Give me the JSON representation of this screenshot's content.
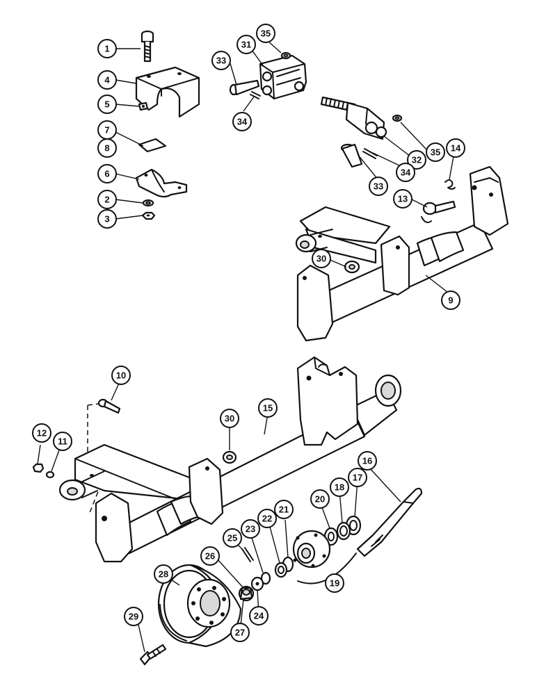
{
  "callouts": [
    {
      "id": "1",
      "label": "1"
    },
    {
      "id": "2",
      "label": "2"
    },
    {
      "id": "3",
      "label": "3"
    },
    {
      "id": "4",
      "label": "4"
    },
    {
      "id": "5",
      "label": "5"
    },
    {
      "id": "6",
      "label": "6"
    },
    {
      "id": "7",
      "label": "7"
    },
    {
      "id": "8",
      "label": "8"
    },
    {
      "id": "9",
      "label": "9"
    },
    {
      "id": "10",
      "label": "10"
    },
    {
      "id": "11",
      "label": "11"
    },
    {
      "id": "12",
      "label": "12"
    },
    {
      "id": "13",
      "label": "13"
    },
    {
      "id": "14",
      "label": "14"
    },
    {
      "id": "15",
      "label": "15"
    },
    {
      "id": "16",
      "label": "16"
    },
    {
      "id": "17",
      "label": "17"
    },
    {
      "id": "18",
      "label": "18"
    },
    {
      "id": "19",
      "label": "19"
    },
    {
      "id": "20",
      "label": "20"
    },
    {
      "id": "21",
      "label": "21"
    },
    {
      "id": "22",
      "label": "22"
    },
    {
      "id": "23",
      "label": "23"
    },
    {
      "id": "24",
      "label": "24"
    },
    {
      "id": "25",
      "label": "25"
    },
    {
      "id": "26",
      "label": "26"
    },
    {
      "id": "27",
      "label": "27"
    },
    {
      "id": "28",
      "label": "28"
    },
    {
      "id": "29",
      "label": "29"
    },
    {
      "id": "30a",
      "label": "30"
    },
    {
      "id": "30b",
      "label": "30"
    },
    {
      "id": "31",
      "label": "31"
    },
    {
      "id": "32",
      "label": "32"
    },
    {
      "id": "33a",
      "label": "33"
    },
    {
      "id": "33b",
      "label": "33"
    },
    {
      "id": "34a",
      "label": "34"
    },
    {
      "id": "34b",
      "label": "34"
    },
    {
      "id": "35a",
      "label": "35"
    },
    {
      "id": "35b",
      "label": "35"
    }
  ]
}
